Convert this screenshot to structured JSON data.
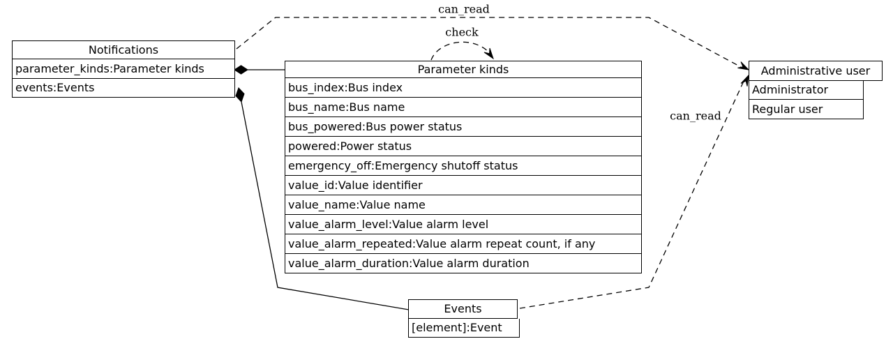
{
  "diagram": {
    "nodes": {
      "notifications": {
        "title": "Notifications",
        "rows": [
          "parameter_kinds:Parameter kinds",
          "events:Events"
        ]
      },
      "parameter_kinds": {
        "title": "Parameter kinds",
        "rows": [
          "bus_index:Bus index",
          "bus_name:Bus name",
          "bus_powered:Bus power status",
          "powered:Power status",
          "emergency_off:Emergency shutoff status",
          "value_id:Value identifier",
          "value_name:Value name",
          "value_alarm_level:Value alarm level",
          "value_alarm_repeated:Value alarm repeat count, if any",
          "value_alarm_duration:Value alarm duration"
        ]
      },
      "administrative_user": {
        "title": "Administrative user",
        "rows": [
          "Administrator",
          "Regular user"
        ]
      },
      "events": {
        "title": "Events",
        "rows": [
          "[element]:Event"
        ]
      }
    },
    "edge_labels": {
      "can_read_top": "can_read",
      "check": "check",
      "can_read_bottom": "can_read"
    },
    "colors": {
      "line": "#000000",
      "background": "#ffffff",
      "text": "#000000"
    }
  }
}
